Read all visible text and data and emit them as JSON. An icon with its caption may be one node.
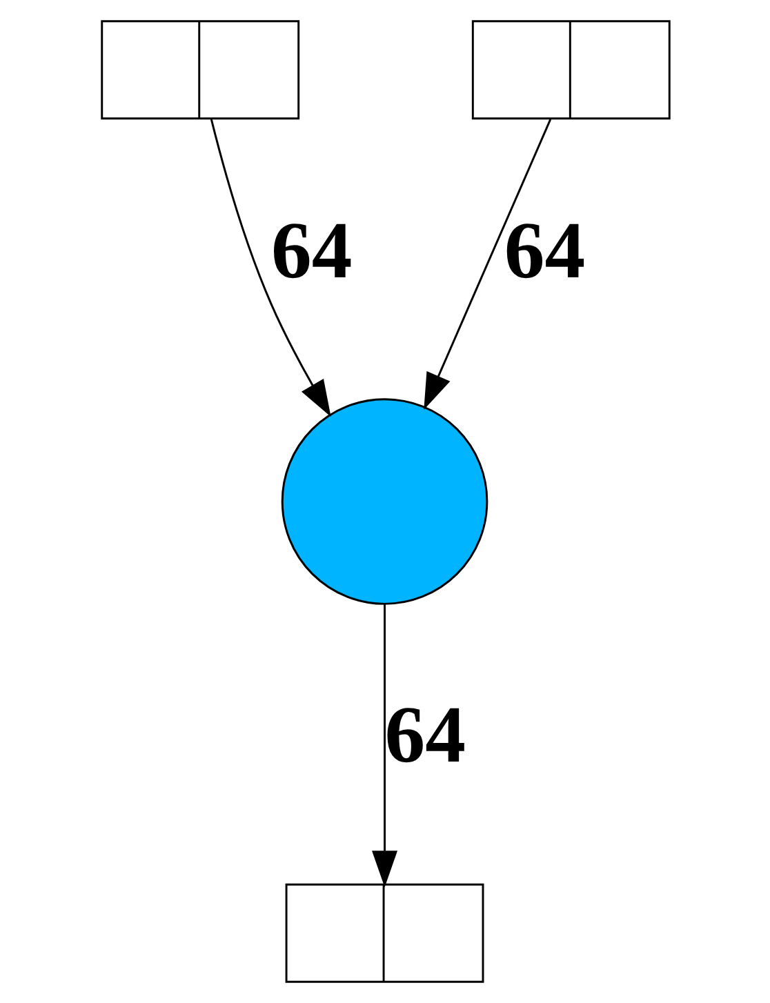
{
  "diagram": {
    "nodes": [
      {
        "text": [],
        "shape": "box"
      },
      {
        "text": [],
        "shape": "box"
      },
      {
        "text": [],
        "shape": "circle"
      },
      {
        "text": [],
        "shape": "box"
      }
    ],
    "edges": [
      {
        "from": 0,
        "to": 2,
        "arrow": "to",
        "label": "64"
      },
      {
        "from": 1,
        "to": 2,
        "arrow": "to",
        "label": "64"
      },
      {
        "from": 2,
        "to": 3,
        "arrow": "to",
        "label": "64"
      }
    ]
  }
}
